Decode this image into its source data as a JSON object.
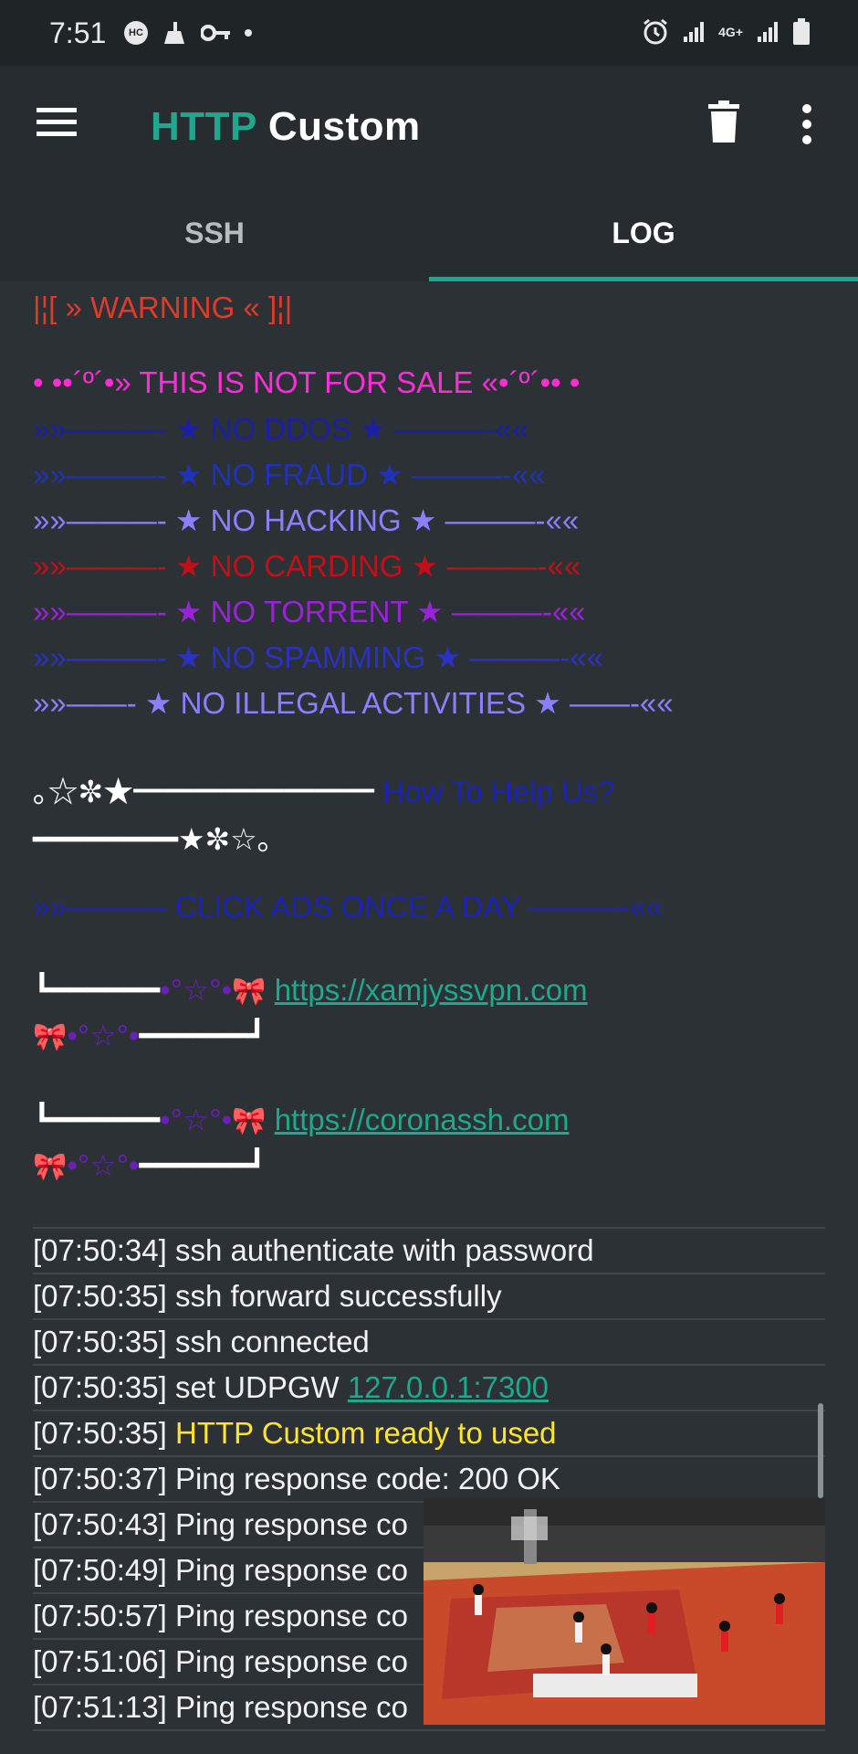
{
  "status_bar": {
    "time": "7:51",
    "hc_badge": "HC",
    "icons": [
      "hc-icon",
      "cleaning-icon",
      "key-icon",
      "alarm-icon",
      "signal-icon",
      "4g-icon",
      "battery-icon"
    ],
    "network": "4G+"
  },
  "app_bar": {
    "title_accent": "HTTP",
    "title_rest": " Custom"
  },
  "tabs": [
    {
      "label": "SSH",
      "active": false
    },
    {
      "label": "LOG",
      "active": true
    }
  ],
  "banner": {
    "warning": "|¦[      » WARNING «      ]¦|",
    "not_for_sale": "• ••´º´•» THIS IS NOT FOR SALE «•´º´•• •",
    "rules": [
      "»»———- ★ NO DDOS ★ ———-««",
      "»»———- ★ NO FRAUD ★ ———-««",
      "»»———- ★ NO HACKING ★ ———-««",
      "»»———- ★ NO CARDING ★ ———-««",
      "»»———- ★ NO TORRENT ★ ———-««",
      "»»———- ★ NO SPAMMING ★ ———-««",
      "»»——- ★ NO ILLEGAL ACTIVITIES ★ ——-««"
    ],
    "help_prefix": "｡☆✼★━━━━━━━━",
    "help_text": " How To Help Us?",
    "help_suffix": "━━━━━━━━★✼☆｡",
    "click_ads": "»»———- CLICK ADS ONCE A DAY ———-««",
    "link_prefix_a": "┗━━━━━━",
    "link_deco_a": "•°☆°•",
    "link_bow": "🎀",
    "link_deco_b": "•°☆°•",
    "link_suffix_b": "━━━━━━┛",
    "links": [
      "https://xamjyssvpn.com",
      "https://coronassh.com"
    ]
  },
  "log_entries": [
    {
      "ts": "[07:50:34]",
      "msg": " ssh authenticate with password"
    },
    {
      "ts": "[07:50:35]",
      "msg": " ssh forward successfully"
    },
    {
      "ts": "[07:50:35]",
      "msg": " ssh connected"
    },
    {
      "ts": "[07:50:35]",
      "msg": " set UDPGW ",
      "link": "127.0.0.1:7300"
    },
    {
      "ts": "[07:50:35]",
      "msg": " ",
      "highlight": "HTTP Custom ready to used"
    },
    {
      "ts": "[07:50:37]",
      "msg": " Ping response code: 200 OK"
    },
    {
      "ts": "[07:50:43]",
      "msg": " Ping response co"
    },
    {
      "ts": "[07:50:49]",
      "msg": " Ping response co"
    },
    {
      "ts": "[07:50:57]",
      "msg": " Ping response co"
    },
    {
      "ts": "[07:51:06]",
      "msg": " Ping response co"
    },
    {
      "ts": "[07:51:13]",
      "msg": " Ping response co"
    }
  ],
  "colors": {
    "accent": "#1fa88d",
    "background": "#2b3135",
    "highlight": "#ffe52e"
  }
}
